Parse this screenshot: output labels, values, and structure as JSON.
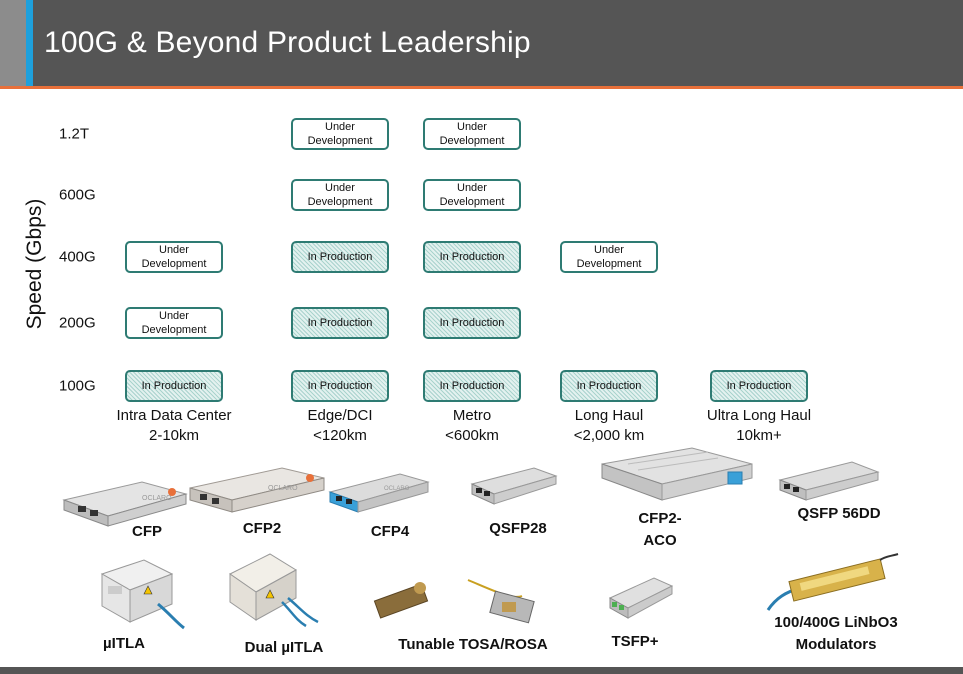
{
  "header": {
    "title": "100G & Beyond Product Leadership"
  },
  "colors": {
    "header_bg": "#555555",
    "accent_blue": "#1ea0dc",
    "accent_orange": "#e8703a",
    "cell_border": "#2e7b73",
    "hatch": "#a9d3cd"
  },
  "chart_data": {
    "type": "table",
    "ylabel": "Speed (Gbps)",
    "speeds": [
      "1.2T",
      "600G",
      "400G",
      "200G",
      "100G"
    ],
    "segments": [
      {
        "name": "Intra Data Center",
        "sub": "2-10km"
      },
      {
        "name": "Edge/DCI",
        "sub": "<120km"
      },
      {
        "name": "Metro",
        "sub": "<600km"
      },
      {
        "name": "Long Haul",
        "sub": "<2,000 km"
      },
      {
        "name": "Ultra Long Haul",
        "sub": "10km+"
      }
    ],
    "statuses": {
      "dev": "Under Development",
      "prod": "In Production"
    },
    "cells": [
      {
        "segment": "Edge/DCI",
        "speed": "1.2T",
        "status": "Under Development"
      },
      {
        "segment": "Metro",
        "speed": "1.2T",
        "status": "Under Development"
      },
      {
        "segment": "Edge/DCI",
        "speed": "600G",
        "status": "Under Development"
      },
      {
        "segment": "Metro",
        "speed": "600G",
        "status": "Under Development"
      },
      {
        "segment": "Intra Data Center",
        "speed": "400G",
        "status": "Under Development"
      },
      {
        "segment": "Edge/DCI",
        "speed": "400G",
        "status": "In Production"
      },
      {
        "segment": "Metro",
        "speed": "400G",
        "status": "In Production"
      },
      {
        "segment": "Long Haul",
        "speed": "400G",
        "status": "Under Development"
      },
      {
        "segment": "Intra Data Center",
        "speed": "200G",
        "status": "Under Development"
      },
      {
        "segment": "Edge/DCI",
        "speed": "200G",
        "status": "In Production"
      },
      {
        "segment": "Metro",
        "speed": "200G",
        "status": "In Production"
      },
      {
        "segment": "Intra Data Center",
        "speed": "100G",
        "status": "In Production"
      },
      {
        "segment": "Edge/DCI",
        "speed": "100G",
        "status": "In Production"
      },
      {
        "segment": "Metro",
        "speed": "100G",
        "status": "In Production"
      },
      {
        "segment": "Long Haul",
        "speed": "100G",
        "status": "In Production"
      },
      {
        "segment": "Ultra Long Haul",
        "speed": "100G",
        "status": "In Production"
      }
    ]
  },
  "products": {
    "row1": [
      "CFP",
      "CFP2",
      "CFP4",
      "QSFP28",
      "CFP2-ACO",
      "QSFP 56DD"
    ],
    "row2": [
      "µITLA",
      "Dual µITLA",
      "Tunable TOSA/ROSA",
      "TSFP+",
      "100/400G LiNbO3 Modulators"
    ],
    "module_label": "OCLARO"
  }
}
